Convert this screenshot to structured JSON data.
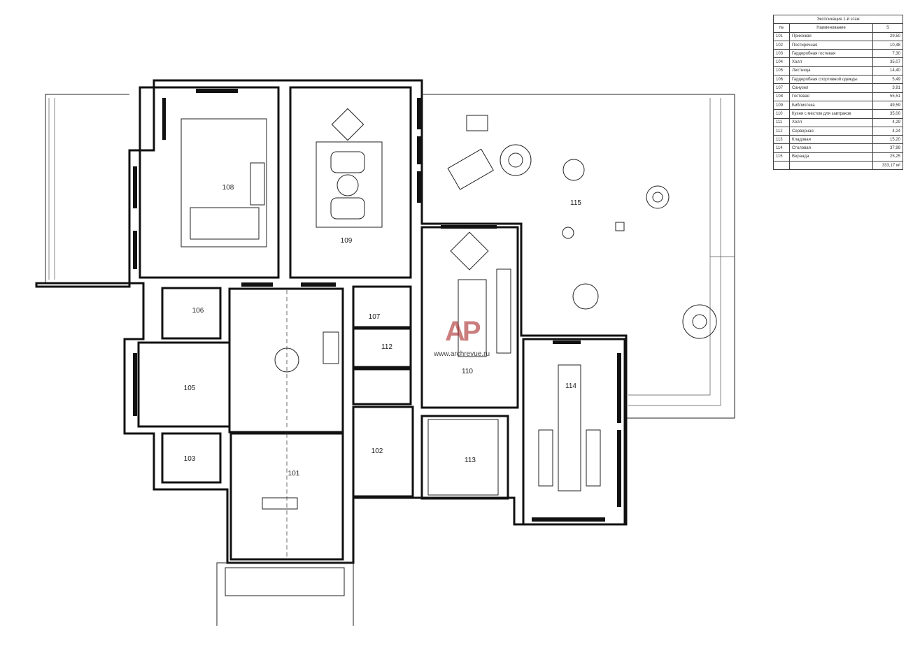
{
  "rooms": {
    "r101": "101",
    "r102": "102",
    "r103": "103",
    "r105": "105",
    "r106": "106",
    "r107": "107",
    "r108": "108",
    "r109": "109",
    "r110": "110",
    "r112": "112",
    "r113": "113",
    "r114": "114",
    "r115": "115"
  },
  "watermark": {
    "logo": "AP",
    "url": "www.archrevue.ru"
  },
  "legend": {
    "title": "Экспликация 1-й этаж",
    "headers": {
      "num": "№",
      "name": "Наименование",
      "area": "S"
    },
    "rows": [
      {
        "num": "101",
        "name": "Прихожая",
        "area": "29,50"
      },
      {
        "num": "102",
        "name": "Постирочная",
        "area": "10,48"
      },
      {
        "num": "103",
        "name": "Гардеробная гостевая",
        "area": "7,30"
      },
      {
        "num": "104",
        "name": "Холл",
        "area": "35,07"
      },
      {
        "num": "105",
        "name": "Лестница",
        "area": "14,40"
      },
      {
        "num": "106",
        "name": "Гардеробная спортивной одежды",
        "area": "5,49"
      },
      {
        "num": "107",
        "name": "Санузел",
        "area": "3,91"
      },
      {
        "num": "108",
        "name": "Гостевая",
        "area": "55,51"
      },
      {
        "num": "109",
        "name": "Библиотека",
        "area": "49,59"
      },
      {
        "num": "110",
        "name": "Кухня с местом для завтраков",
        "area": "35,00"
      },
      {
        "num": "111",
        "name": "Холл",
        "area": "4,29"
      },
      {
        "num": "112",
        "name": "Серверная",
        "area": "4,24"
      },
      {
        "num": "113",
        "name": "Кладовая",
        "area": "15,20"
      },
      {
        "num": "114",
        "name": "Столовая",
        "area": "37,99"
      },
      {
        "num": "115",
        "name": "Веранда",
        "area": "25,25"
      }
    ],
    "total": "333,17 м²"
  }
}
